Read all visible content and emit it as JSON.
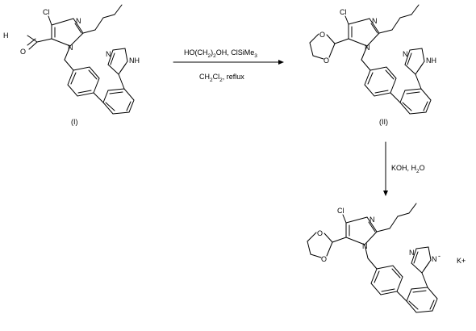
{
  "compounds": [
    {
      "id": "I",
      "label": "(I)",
      "atoms": {
        "chloro": "Cl",
        "aldehyde_h": "H",
        "aldehyde_o": "O",
        "imid_n1": "N",
        "imid_n3": "N",
        "tet_n": "N",
        "tet_nh": "NH"
      }
    },
    {
      "id": "II",
      "label": "(II)",
      "atoms": {
        "chloro": "Cl",
        "diox_o1": "O",
        "diox_o2": "O",
        "imid_n1": "N",
        "imid_n3": "N",
        "tet_n": "N",
        "tet_nh": "NH"
      }
    },
    {
      "id": "III",
      "label": "",
      "atoms": {
        "chloro": "Cl",
        "diox_o1": "O",
        "diox_o2": "O",
        "imid_n1": "N",
        "imid_n3": "N",
        "tet_n": "N",
        "tet_n_anion": "N",
        "charge": "-",
        "counterion": "K+"
      }
    }
  ],
  "arrows": [
    {
      "id": "step1",
      "direction": "right",
      "reagents": {
        "prefix": "HO(CH",
        "sub1": "2",
        "mid": ")",
        "sub2": "2",
        "suffix": "OH, ClSiMe",
        "sub3": "3"
      },
      "conditions": {
        "prefix": "CH",
        "sub1": "2",
        "mid": "Cl",
        "sub2": "2",
        "suffix": ", reflux"
      }
    },
    {
      "id": "step2",
      "direction": "down",
      "reagents": {
        "prefix": "KOH, H",
        "sub1": "2",
        "suffix": "O"
      }
    }
  ]
}
